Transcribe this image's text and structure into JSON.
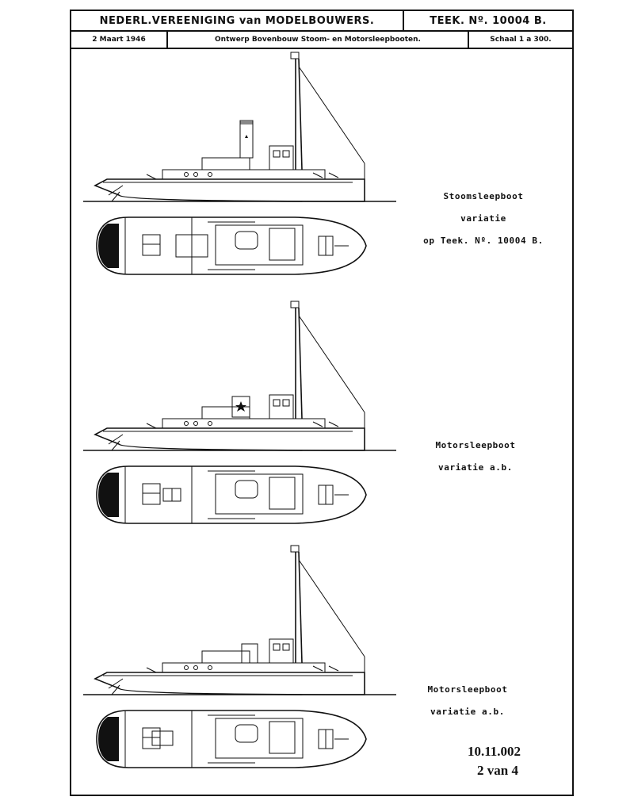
{
  "title_block": {
    "society": "NEDERL.VEREENIGING van MODELBOUWERS.",
    "drawing_number": "TEEK. Nº. 10004 B.",
    "date": "2 Maart 1946",
    "description": "Ontwerp Bovenbouw Stoom- en Motorsleepbooten.",
    "scale": "Schaal 1 a 300."
  },
  "variants": [
    {
      "lines": [
        "Stoomsleepboot",
        "variatie",
        "op Teek. Nº. 10004 B."
      ]
    },
    {
      "lines": [
        "Motorsleepboot",
        "variatie a.b."
      ]
    },
    {
      "lines": [
        "Motorsleepboot",
        "variatie a.b."
      ]
    }
  ],
  "footer": {
    "catalog_number": "10.11.002",
    "page": "2 van 4"
  }
}
